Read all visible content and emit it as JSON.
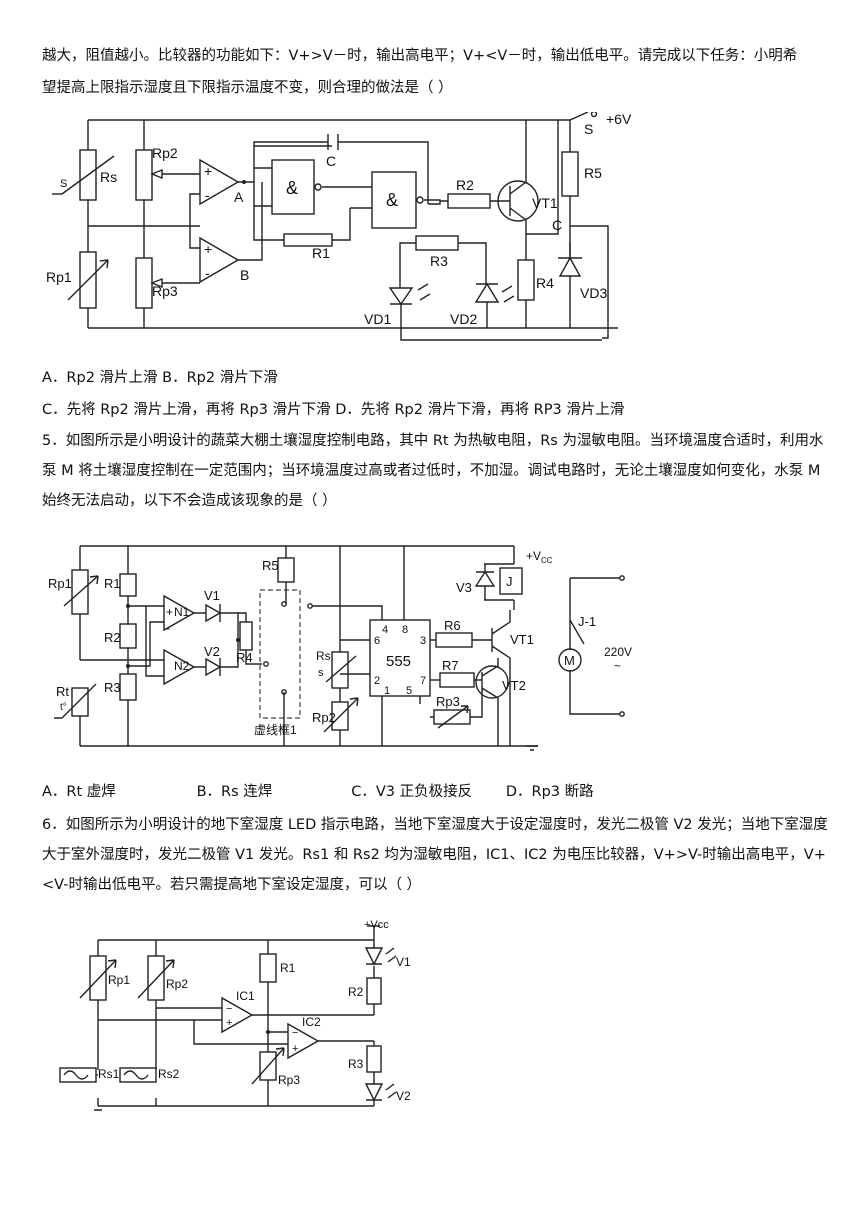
{
  "q4": {
    "intro_line1": "越大，阻值越小。比较器的功能如下：V+>V－时，输出高电平；V+<V－时，输出低电平。请完成以下任务：小明希",
    "intro_line2": "望提高上限指示湿度且下限指示温度不变，则合理的做法是（    ）",
    "options": {
      "A": "A．Rp2 滑片上滑",
      "B": "B．Rp2 滑片下滑",
      "C": "C．先将 Rp2 滑片上滑，再将 Rp3 滑片下滑",
      "D": "D．先将 Rp2 滑片下滑，再将 RP3 滑片上滑"
    },
    "circuit": {
      "rs": "Rs",
      "s": "S",
      "rp1": "Rp1",
      "rp2": "Rp2",
      "rp3": "Rp3",
      "a": "A",
      "b": "B",
      "c_cap": "C",
      "and1": "&",
      "and2": "&",
      "r1": "R1",
      "r2": "R2",
      "r3": "R3",
      "r4": "R4",
      "r5": "R5",
      "vt1": "VT1",
      "vd1": "VD1",
      "vd2": "VD2",
      "vd3": "VD3",
      "node_c": "C",
      "switch_s": "S",
      "vplus": "+6V",
      "plus1": "+",
      "minus1": "-",
      "plus2": "+",
      "minus2": "-"
    }
  },
  "q5": {
    "stem": "5．如图所示是小明设计的蔬菜大棚土壤湿度控制电路，其中 Rt 为热敏电阻，Rs 为湿敏电阻。当环境温度合适时，利用水泵 M 将土壤湿度控制在一定范围内；当环境温度过高或者过低时，不加湿。调试电路时，无论土壤湿度如何变化，水泵 M 始终无法启动，以下不会造成该现象的是（    ）",
    "options": {
      "A": "A．Rt 虚焊",
      "B": "B．Rs 连焊",
      "C": "C．V3 正负极接反",
      "D": "D．Rp3 断路"
    },
    "circuit": {
      "rp1": "Rp1",
      "r1": "R1",
      "r2": "R2",
      "r3": "R3",
      "rt": "Rt",
      "t": "t°",
      "n1": "N1",
      "n2": "N2",
      "v1": "V1",
      "v2": "V2",
      "r4": "R4",
      "r5": "R5",
      "dashed_box": "虚线框1",
      "rs": "Rs",
      "s": "s",
      "rp2": "Rp2",
      "chip": "555",
      "p4": "4",
      "p8": "8",
      "p6": "6",
      "p3": "3",
      "p2": "2",
      "p7": "7",
      "p1": "1",
      "p5": "5",
      "r6": "R6",
      "r7": "R7",
      "rp3": "Rp3",
      "vt1": "VT1",
      "vt2": "VT2",
      "v3": "V3",
      "j": "J",
      "j1": "J-1",
      "m": "M",
      "ac": "220V",
      "tilde": "~",
      "vcc": "+V",
      "vcc_sub": "CC",
      "plus": "+",
      "minus": "-"
    }
  },
  "q6": {
    "stem": "6．如图所示为小明设计的地下室湿度 LED 指示电路，当地下室湿度大于设定湿度时，发光二极管 V2 发光；当地下室湿度大于室外湿度时，发光二极管 V1 发光。Rs1 和 Rs2 均为湿敏电阻，IC1、IC2 为电压比较器，V+>V-时输出高电平，V+<V-时输出低电平。若只需提高地下室设定湿度，可以（    ）",
    "circuit": {
      "vcc": "+Vcc",
      "rp1": "Rp1",
      "rp2": "Rp2",
      "r1": "R1",
      "ic1": "IC1",
      "ic2": "IC2",
      "v1": "V1",
      "r2": "R2",
      "rs1": "Rs1",
      "rs2": "Rs2",
      "rp3": "Rp3",
      "r3": "R3",
      "v2": "V2",
      "plus1": "+",
      "minus1": "−",
      "plus2": "+",
      "minus2": "−"
    }
  }
}
